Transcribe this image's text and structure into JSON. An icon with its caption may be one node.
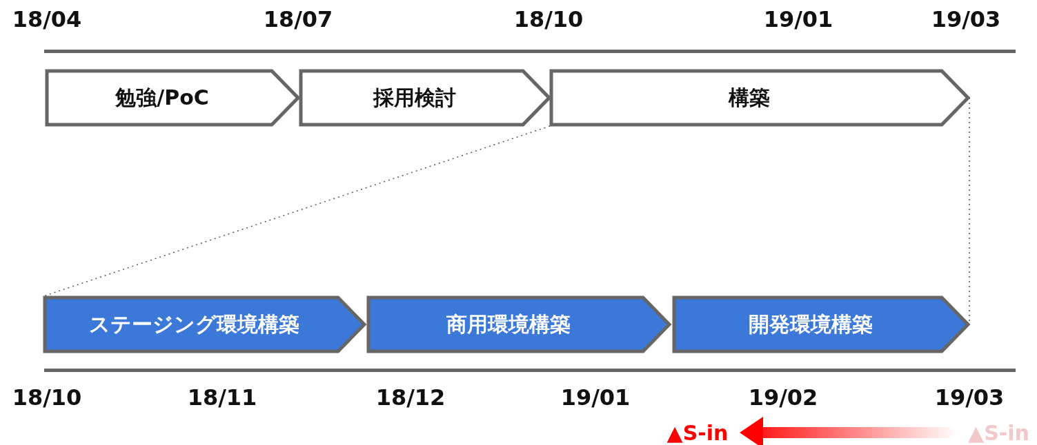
{
  "diagram": {
    "nodes": [
      {
        "text": [
          "勉強/PoC"
        ]
      },
      {
        "text": [
          "採用検討"
        ]
      },
      {
        "text": [
          "構築"
        ]
      },
      {
        "text": [
          "ステージング環境構築"
        ]
      },
      {
        "text": [
          "商用環境構築"
        ]
      },
      {
        "text": [
          "開発環境構築"
        ]
      },
      {
        "text": [
          "▲S-in"
        ]
      },
      {
        "text": [
          "▲S-in"
        ]
      }
    ],
    "edges": [
      {
        "from": 2,
        "to": 3,
        "arrow": "none",
        "style": "dashed"
      },
      {
        "from": 2,
        "to": 5,
        "arrow": "none",
        "style": "dashed"
      },
      {
        "from": 7,
        "to": 6,
        "arrow": "to",
        "style": "thick",
        "color": "#ff0000"
      }
    ],
    "labels": [
      "18/04",
      "18/07",
      "18/10",
      "19/01",
      "19/03",
      "18/10",
      "18/11",
      "18/12",
      "19/01",
      "19/02",
      "19/03"
    ]
  }
}
